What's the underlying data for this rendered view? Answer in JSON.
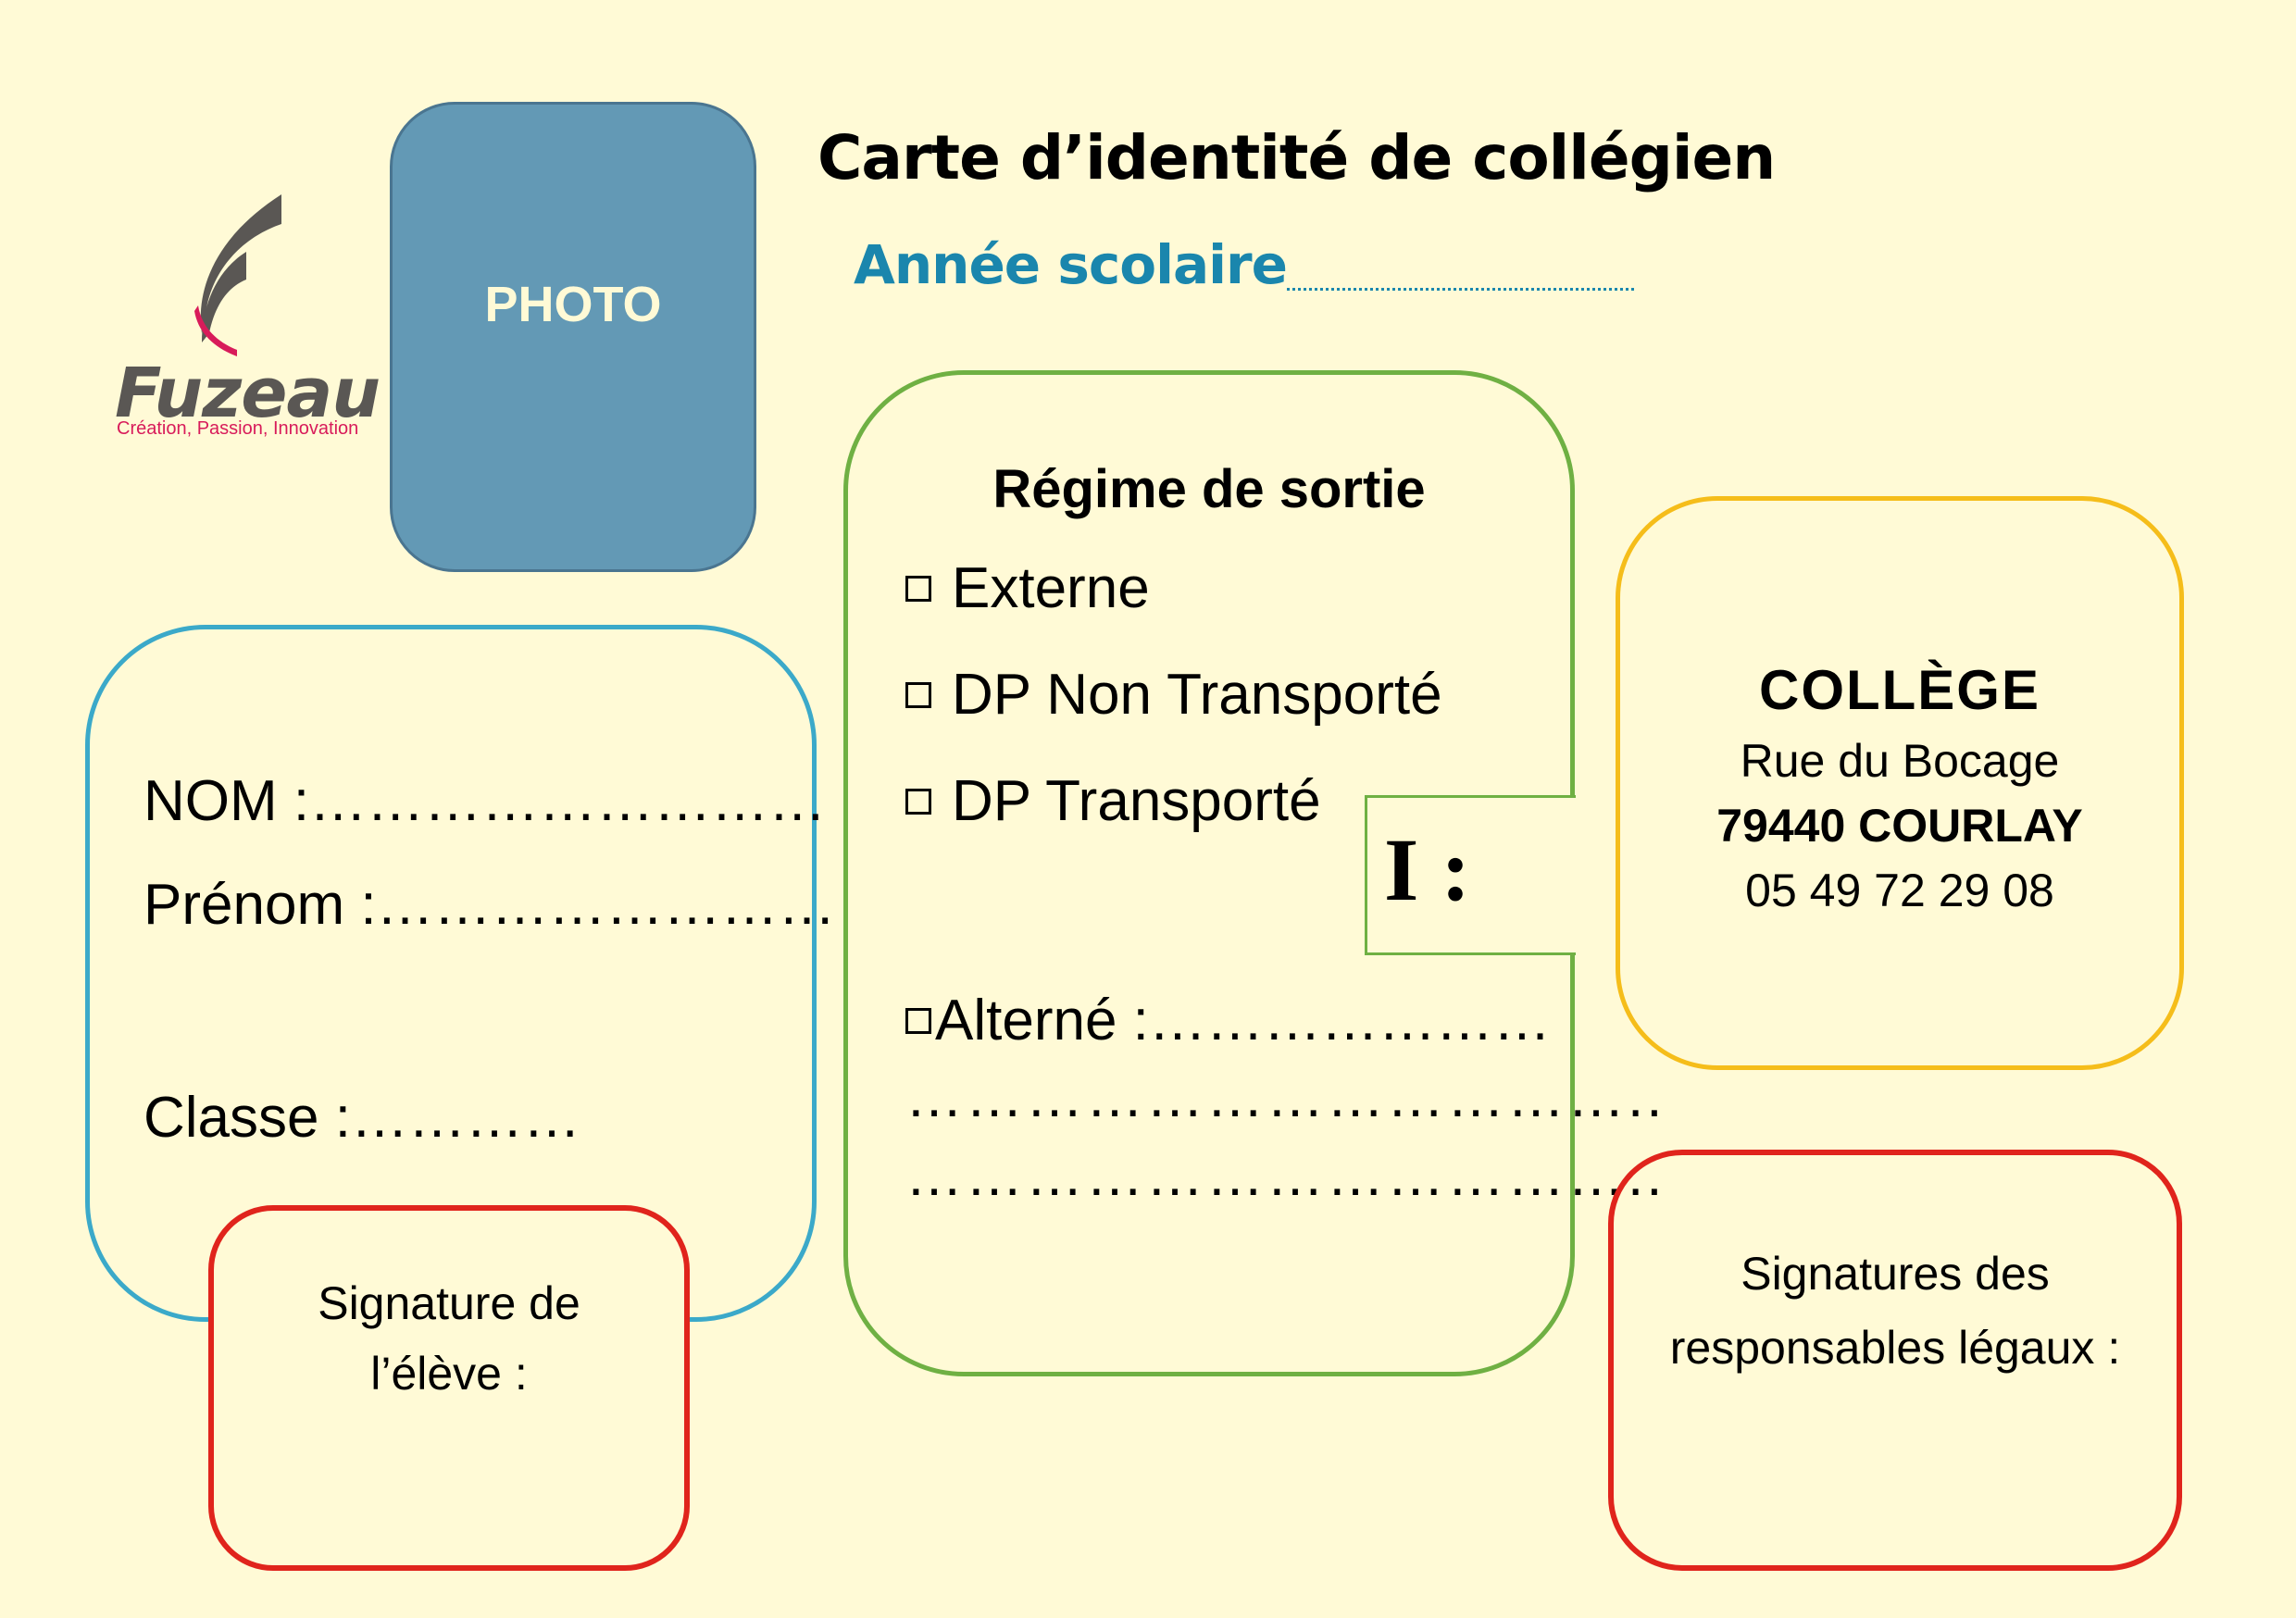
{
  "logo": {
    "name": "Fuzeau",
    "tagline": "Création, Passion, Innovation",
    "colors": {
      "mark": "#5a5754",
      "accent": "#d81b5a"
    }
  },
  "photo": {
    "label": "PHOTO",
    "color": "#6399b5"
  },
  "header": {
    "title": "Carte d’identité de collégien",
    "year_label": "Année scolaire"
  },
  "student": {
    "nom": "NOM :………………………",
    "prenom": "Prénom :……………………",
    "classe": "Classe :…………",
    "border_color": "#3ba9c9"
  },
  "student_signature": {
    "line1": "Signature de",
    "line2": "l’élève :",
    "border_color": "#e0241c"
  },
  "regime": {
    "title": "Régime de sortie",
    "options": [
      {
        "label": "Externe",
        "checked": false
      },
      {
        "label": "DP Non Transporté",
        "checked": false
      },
      {
        "label": "DP Transporté",
        "checked": false
      }
    ],
    "alterne": {
      "label": "Alterné :…………………",
      "checked": false
    },
    "extra_lines": [
      "………………………………..",
      "……………………………….."
    ],
    "i_box_label": "I :",
    "border_color": "#6fb043"
  },
  "college": {
    "name": "COLLÈGE",
    "street": "Rue du Bocage",
    "city": "79440 COURLAY",
    "phone": "05 49 72 29 08",
    "border_color": "#f5bd1a"
  },
  "guardian_signature": {
    "line1": "Signatures des",
    "line2": "responsables légaux :",
    "border_color": "#e0241c"
  }
}
